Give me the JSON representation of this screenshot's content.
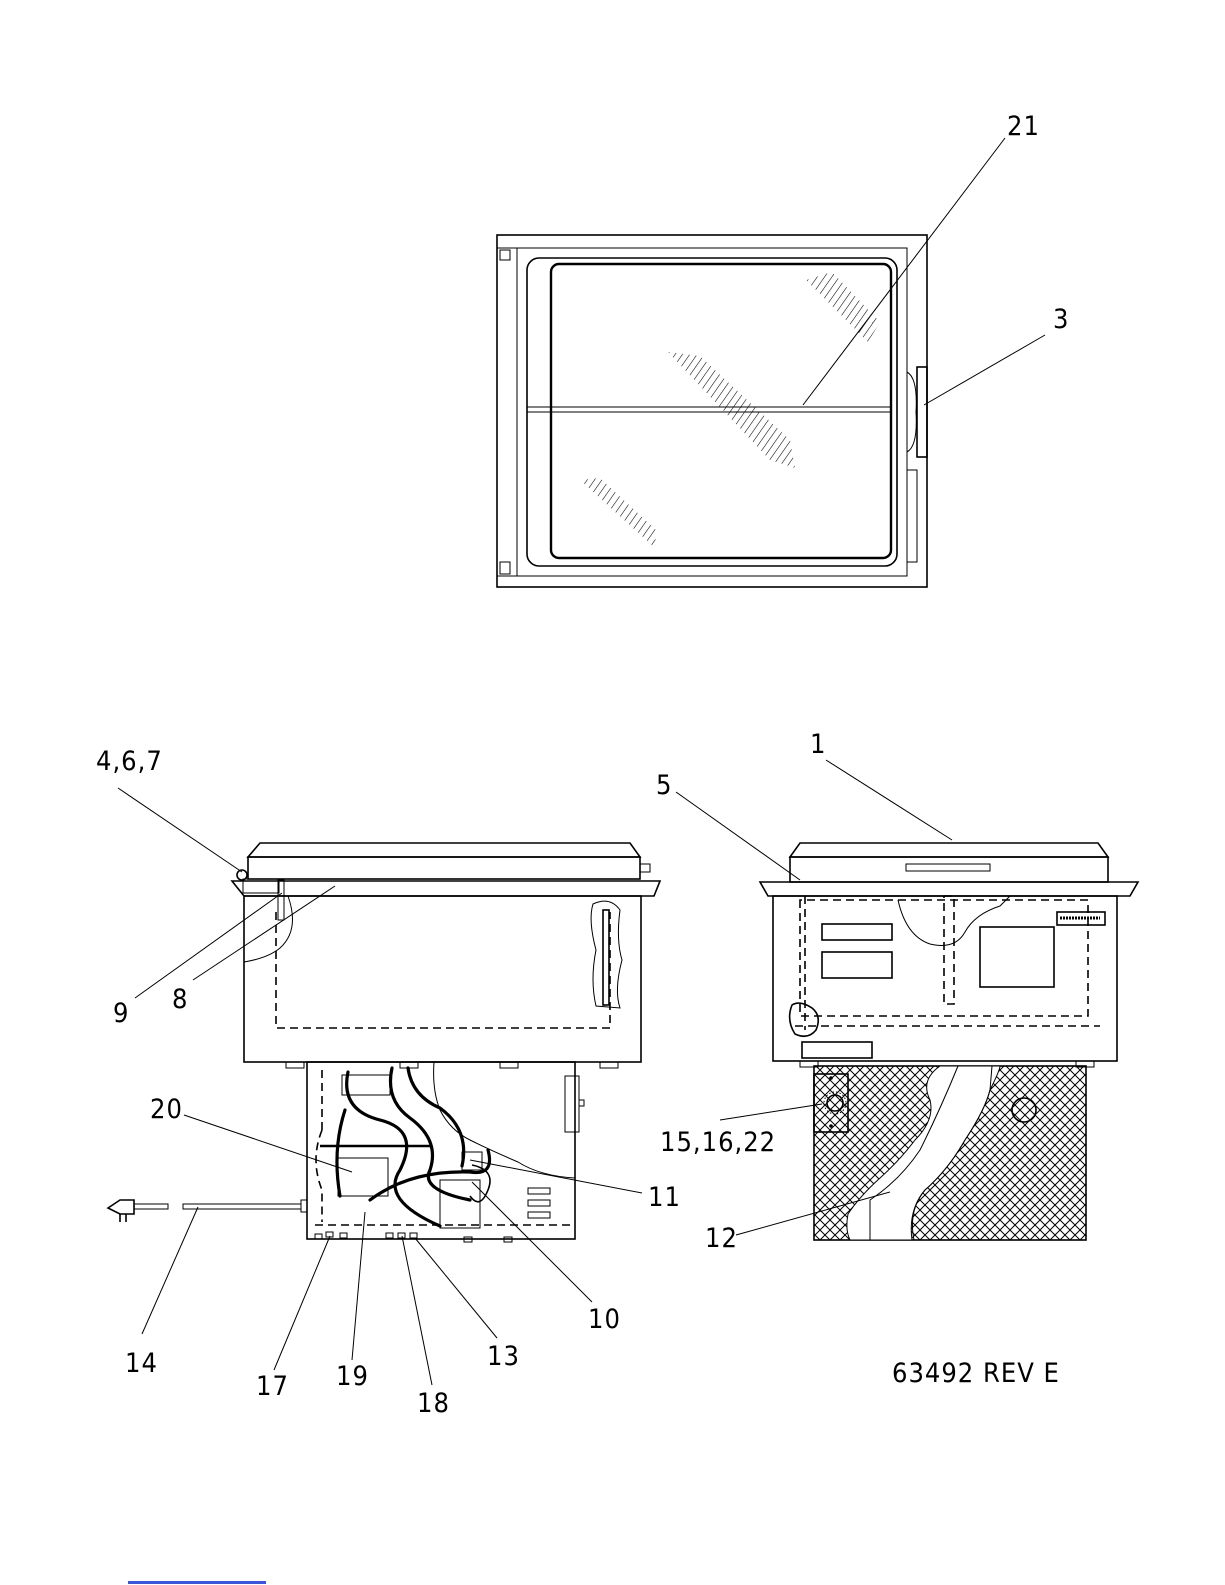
{
  "document": {
    "drawing_number": "63492 REV E"
  },
  "callouts": {
    "c21": "21",
    "c3": "3",
    "c467": "4,6,7",
    "c1": "1",
    "c5": "5",
    "c9": "9",
    "c8": "8",
    "c20": "20",
    "c11": "11",
    "c15_16_22": "15,16,22",
    "c12": "12",
    "c10": "10",
    "c14": "14",
    "c13": "13",
    "c17": "17",
    "c19": "19",
    "c18": "18"
  },
  "colors": {
    "line": "#000000",
    "paper": "#ffffff",
    "scroll_mark": "#3a57d8"
  }
}
